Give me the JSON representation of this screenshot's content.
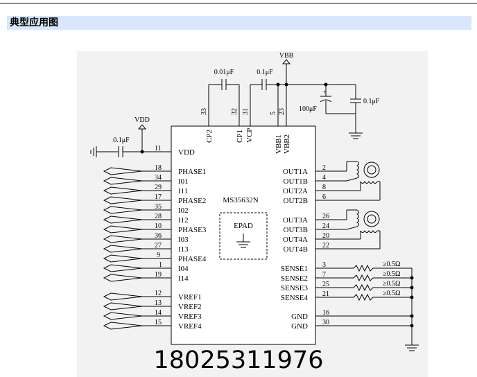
{
  "section": {
    "title": "典型应用图"
  },
  "chip": {
    "name": "MS35632N",
    "epad": "EPAD",
    "left_pins": [
      {
        "num": "11",
        "label": "VDD"
      },
      {
        "num": "18",
        "label": "PHASE1"
      },
      {
        "num": "34",
        "label": "I01"
      },
      {
        "num": "29",
        "label": "I11"
      },
      {
        "num": "17",
        "label": "PHASE2"
      },
      {
        "num": "35",
        "label": "I02"
      },
      {
        "num": "28",
        "label": "I12"
      },
      {
        "num": "10",
        "label": "PHASE3"
      },
      {
        "num": "36",
        "label": "I03"
      },
      {
        "num": "27",
        "label": "I13"
      },
      {
        "num": "9",
        "label": "PHASE4"
      },
      {
        "num": "1",
        "label": "I04"
      },
      {
        "num": "19",
        "label": "I14"
      },
      {
        "num": "12",
        "label": "VREF1"
      },
      {
        "num": "13",
        "label": "VREF2"
      },
      {
        "num": "14",
        "label": "VREF3"
      },
      {
        "num": "15",
        "label": "VREF4"
      }
    ],
    "right_pins": [
      {
        "num": "2",
        "label": "OUT1A"
      },
      {
        "num": "4",
        "label": "OUT1B"
      },
      {
        "num": "8",
        "label": "OUT2A"
      },
      {
        "num": "6",
        "label": "OUT2B"
      },
      {
        "num": "26",
        "label": "OUT3A"
      },
      {
        "num": "24",
        "label": "OUT3B"
      },
      {
        "num": "20",
        "label": "OUT4A"
      },
      {
        "num": "22",
        "label": "OUT4B"
      },
      {
        "num": "3",
        "label": "SENSE1"
      },
      {
        "num": "7",
        "label": "SENSE2"
      },
      {
        "num": "25",
        "label": "SENSE3"
      },
      {
        "num": "21",
        "label": "SENSE4"
      },
      {
        "num": "16",
        "label": "GND"
      },
      {
        "num": "30",
        "label": "GND"
      }
    ],
    "top_pins": [
      {
        "num": "33",
        "label": "CP2"
      },
      {
        "num": "32",
        "label": "CP1"
      },
      {
        "num": "31",
        "label": "VCP"
      },
      {
        "num": "5",
        "label": "VBB1"
      },
      {
        "num": "23",
        "label": "VBB2"
      }
    ]
  },
  "components": {
    "cap_cp": "0.01μF",
    "cap_vcp": "0.1μF",
    "cap_vdd": "0.1μF",
    "cap_vbb_elec": "100μF",
    "cap_vbb_ceramic": "0.1μF",
    "sense_resistors": [
      "≥0.5Ω",
      "≥0.5Ω",
      "≥0.5Ω",
      "≥0.5Ω"
    ]
  },
  "nets": {
    "vdd": "VDD",
    "vbb": "VBB"
  },
  "phone": "18025311976"
}
